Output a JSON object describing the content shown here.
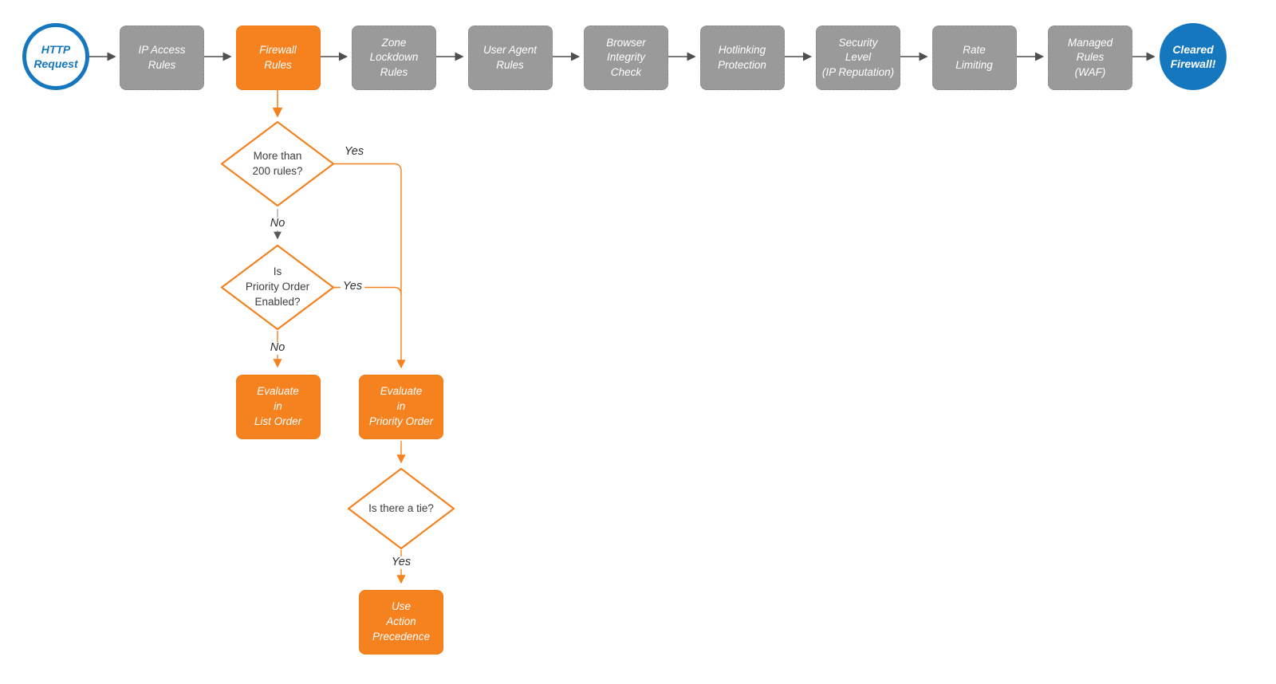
{
  "diagram_title": "HTTP request firewall evaluation flow",
  "colors": {
    "accent_orange": "#f6821f",
    "accent_blue": "#1577bd",
    "stage_gray": "#9a9a9a",
    "arrow_dark": "#4f4f4f",
    "text_white": "#ffffff",
    "text_dark": "#3d3d3d"
  },
  "flow": {
    "start": {
      "label": "HTTP\nRequest"
    },
    "stages": [
      {
        "label": "IP Access\nRules"
      },
      {
        "label": "Firewall\nRules"
      },
      {
        "label": "Zone\nLockdown\nRules"
      },
      {
        "label": "User Agent\nRules"
      },
      {
        "label": "Browser\nIntegrity\nCheck"
      },
      {
        "label": "Hotlinking\nProtection"
      },
      {
        "label": "Security\nLevel\n(IP Reputation)"
      },
      {
        "label": "Rate\nLimiting"
      },
      {
        "label": "Managed\nRules\n(WAF)"
      }
    ],
    "end": {
      "label": "Cleared\nFirewall!"
    },
    "decisions": [
      {
        "label": "More than\n200 rules?"
      },
      {
        "label": "Is\nPriority Order\nEnabled?"
      },
      {
        "label": "Is there a tie?"
      }
    ],
    "actions": [
      {
        "label": "Evaluate\nin\nList Order"
      },
      {
        "label": "Evaluate\nin\nPriority Order"
      },
      {
        "label": "Use\nAction\nPrecedence"
      }
    ],
    "edge_labels": {
      "yes1": "Yes",
      "no1": "No",
      "yes2": "Yes",
      "no2": "No",
      "yes3": "Yes"
    }
  }
}
